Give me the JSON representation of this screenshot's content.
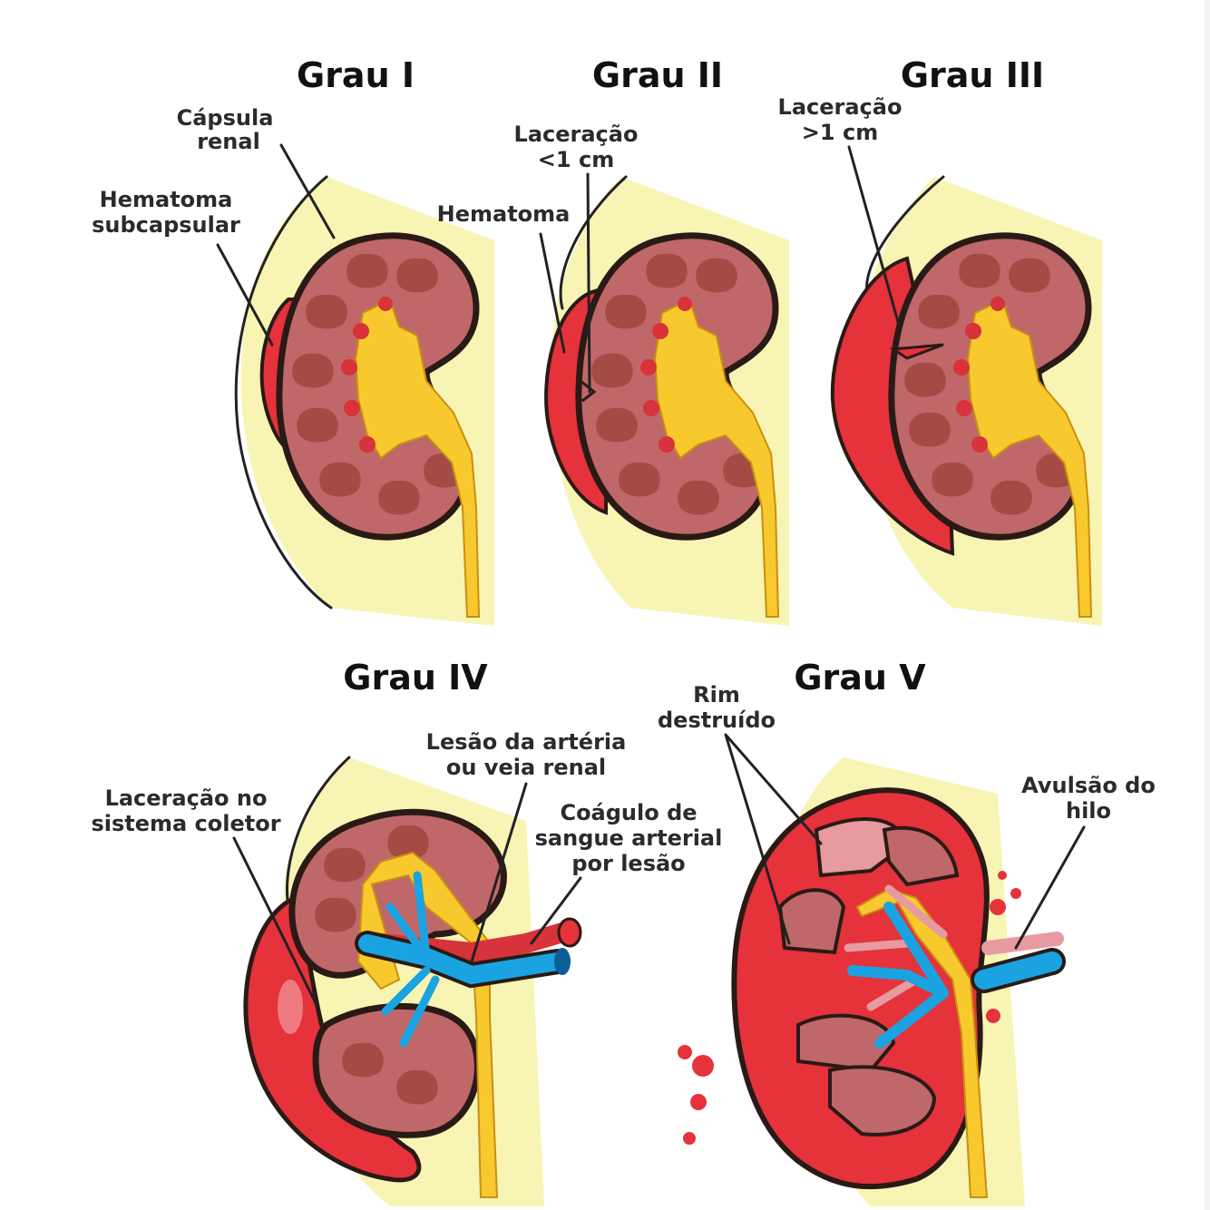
{
  "grades": [
    {
      "title": "Grau I",
      "labels": [
        [
          "Cápsula",
          "renal"
        ],
        [
          "Hematoma",
          "subcapsular"
        ]
      ]
    },
    {
      "title": "Grau II",
      "labels": [
        [
          "Laceração",
          "<1 cm"
        ],
        [
          "Hematoma"
        ]
      ]
    },
    {
      "title": "Grau III",
      "labels": [
        [
          "Laceração",
          ">1 cm"
        ]
      ]
    },
    {
      "title": "Grau IV",
      "labels": [
        [
          "Lesão da artéria",
          "ou veia renal"
        ],
        [
          "Laceração no",
          "sistema coletor"
        ],
        [
          "Coágulo de",
          "sangue arterial",
          "por lesão"
        ]
      ]
    },
    {
      "title": "Grau V",
      "labels": [
        [
          "Rim",
          "destruído"
        ],
        [
          "Avulsão do",
          "hilo"
        ]
      ]
    }
  ],
  "colors": {
    "background_tissue": "#f8f4b4",
    "cortex": "#c0676a",
    "pyramid": "#a54b45",
    "pelvis": "#f7c92e",
    "hematoma": "#e5323b",
    "vein": "#1aa3e0",
    "outline": "#2a1a16",
    "destroyed_fragment": "#e79aa0"
  }
}
